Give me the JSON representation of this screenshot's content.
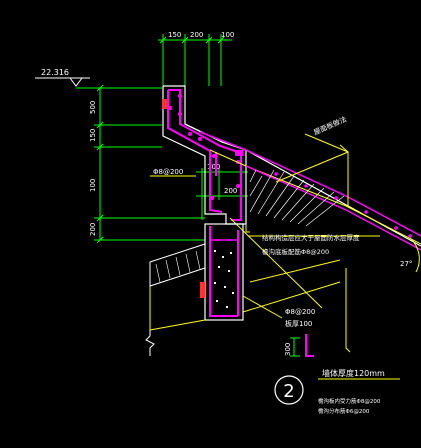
{
  "drawing": {
    "elevation_label": "22.316",
    "dims_top": [
      "150",
      "200",
      "100"
    ],
    "dims_left": [
      "500",
      "150",
      "100",
      "200"
    ],
    "dims_mid": [
      "100",
      "200"
    ],
    "dim_bottom": "300",
    "rebar_label_upper": "Φ8@200",
    "rebar_label_lower": "Φ8@200",
    "slab_label": "板厚100",
    "note_flashing": "屋面板做法",
    "note_structure": "结构构造层应大于屋面防水层厚度",
    "note_gutter": "檐沟底板配筋Φ8@200",
    "note_wall": "墙体厚度120mm",
    "angle_label": "27°",
    "detail_number": "2",
    "note_rebar_1": "檐沟板内受力筋Φ8@200",
    "note_rebar_2": "檐沟分布筋Φ6@200"
  },
  "colors": {
    "background": "#000000",
    "dimension": "#00ff00",
    "outline": "#ffff00",
    "rebar": "#ff00ff",
    "concrete": "#ffffff",
    "section_hatch": "#ff3333",
    "text": "#ffffff"
  }
}
